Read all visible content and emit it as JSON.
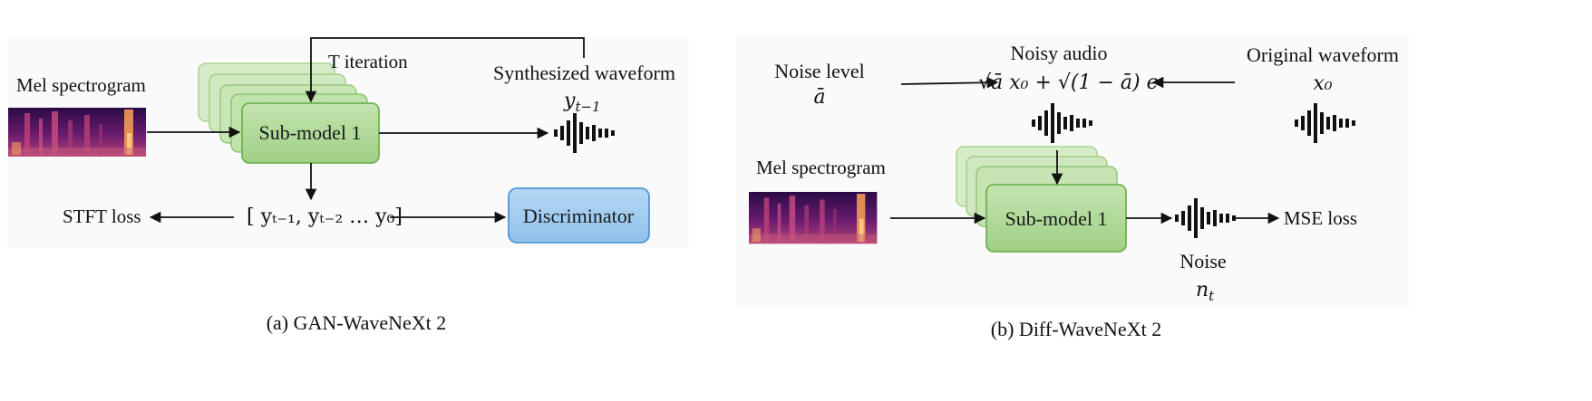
{
  "colors": {
    "box_green": "#a6d68f",
    "box_green_border": "#6fb350",
    "box_green_light": "#cde9bd",
    "box_blue": "#9fcbf0",
    "box_blue_border": "#4f97d6",
    "mel_dark": "#2a0b45",
    "mel_mid": "#9c2f77",
    "mel_bright": "#f6a35c"
  },
  "panel_a": {
    "caption": "(a) GAN-WaveNeXt 2",
    "mel_label": "Mel spectrogram",
    "iteration_label": "T iteration",
    "submodel_label": "Sub-model 1",
    "synth_label": "Synthesized waveform",
    "synth_symbol": "y",
    "synth_subscript": "t−1",
    "outputs_label": "[ yₜ₋₁, yₜ₋₂ … y₀]",
    "stft_label": "STFT loss",
    "discriminator_label": "Discriminator",
    "icons": [
      "spectrogram-icon",
      "waveform-icon"
    ]
  },
  "panel_b": {
    "caption": "(b) Diff-WaveNeXt 2",
    "noise_level_label": "Noise level",
    "noise_level_symbol": "ā",
    "noisy_audio_label": "Noisy audio",
    "noisy_audio_formula": "√ā x₀ + √(1 − ā) ϵ",
    "original_label": "Original waveform",
    "original_symbol": "x₀",
    "mel_label": "Mel spectrogram",
    "submodel_label": "Sub-model 1",
    "noise_label": "Noise",
    "noise_symbol": "n",
    "noise_subscript": "t",
    "mse_label": "MSE loss",
    "icons": [
      "spectrogram-icon",
      "waveform-icon"
    ]
  }
}
